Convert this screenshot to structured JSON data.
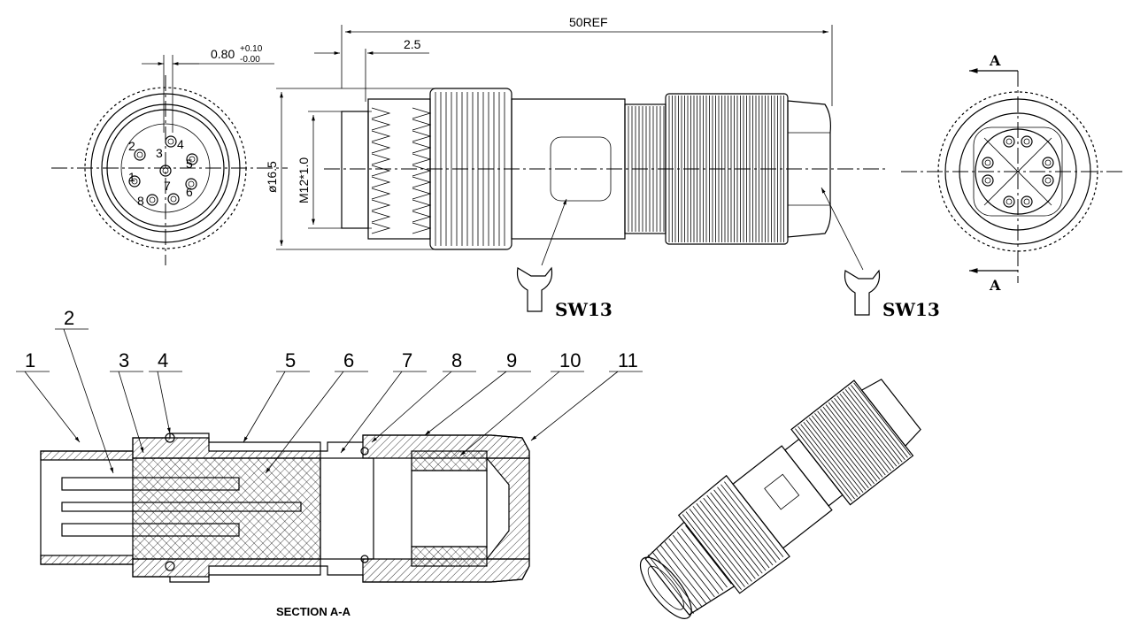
{
  "dimensions": {
    "overall_length": "50REF",
    "thread_offset": "2.5",
    "pin_size_base": "0.80",
    "pin_size_tol_upper": "+0.10",
    "pin_size_tol_lower": "-0.00",
    "diameter": "ø16.5",
    "thread": "M12*1.0"
  },
  "wrench_labels": [
    "SW13",
    "SW13"
  ],
  "section_marks": [
    "A",
    "A"
  ],
  "section_title": "SECTION A-A",
  "callouts": [
    "1",
    "2",
    "3",
    "4",
    "5",
    "6",
    "7",
    "8",
    "9",
    "10",
    "11"
  ],
  "pin_numbers": [
    "4",
    "3",
    "2",
    "1",
    "5",
    "6",
    "7",
    "8"
  ]
}
